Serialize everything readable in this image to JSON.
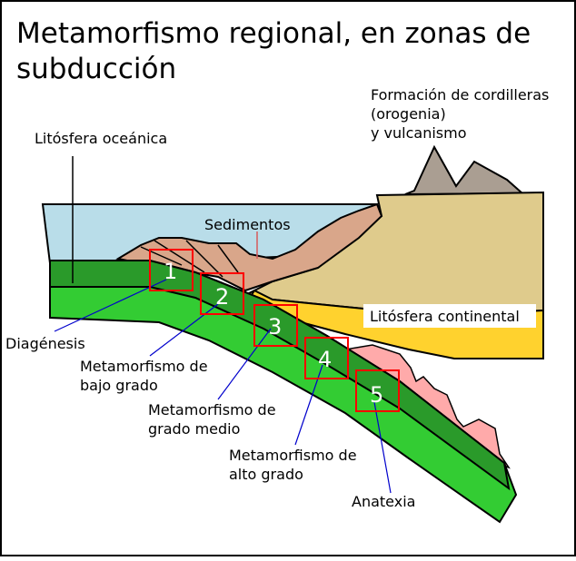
{
  "title": {
    "line1": "Metamorfismo regional, en zonas de",
    "line2": "subducción"
  },
  "labels": {
    "litosfera_oceanica": "Litósfera oceánica",
    "sedimentos": "Sedimentos",
    "cordilleras_line1": "Formación de cordilleras",
    "cordilleras_line2": "(orogenia)",
    "cordilleras_line3": "y vulcanismo",
    "litosfera_continental": "Litósfera continental",
    "diagenesis": "Diagénesis",
    "bajo_grado_line1": "Metamorfismo de",
    "bajo_grado_line2": "bajo grado",
    "grado_medio_line1": "Metamorfismo de",
    "grado_medio_line2": "grado medio",
    "alto_grado_line1": "Metamorfismo de",
    "alto_grado_line2": "alto grado",
    "anatexia": "Anatexia"
  },
  "zones": [
    "1",
    "2",
    "3",
    "4",
    "5"
  ],
  "colors": {
    "ocean": "#b9dde9",
    "sediment": "#d9a68a",
    "continent": "#dfcb8c",
    "continental_lithosphere": "#ffd22e",
    "slab_light": "#33cc33",
    "slab_dark": "#2a9a2a",
    "mountains": "#aa9e92",
    "magma": "#ffaaaa",
    "zone_box": "#ff0000",
    "leader_line": "#0000cc"
  }
}
